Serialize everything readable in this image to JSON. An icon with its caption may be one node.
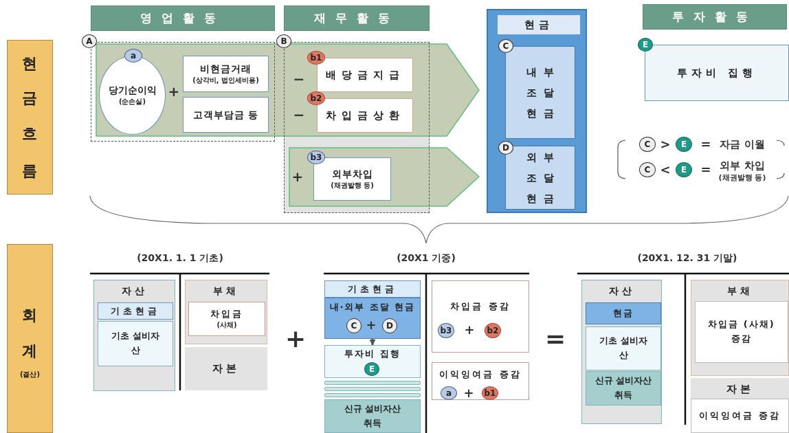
{
  "diagram": {
    "nodes": [
      {
        "text": [
          "영업활동"
        ]
      },
      {
        "text": [
          "재무활동"
        ]
      },
      {
        "text": [],
        "shape": "box"
      },
      {
        "text": [
          "현금"
        ],
        "in": 2
      },
      {
        "text": [
          "투자활동"
        ]
      },
      {
        "text": [
          "현금흐름"
        ]
      },
      {
        "text": [
          "A"
        ]
      },
      {
        "text": [],
        "shape": "box"
      },
      {
        "text": [
          "B"
        ]
      },
      {
        "text": [],
        "shape": "box"
      },
      {
        "text": [
          "C"
        ],
        "in": 2
      },
      {
        "text": [
          "E"
        ]
      },
      {
        "text": [
          "a"
        ],
        "in": 7
      },
      {
        "text": [
          "당기순이익",
          "(순손실)"
        ],
        "in": 7
      },
      {
        "text": [
          "비현금거래",
          "(상각비, 법인세비용)"
        ],
        "in": 7
      },
      {
        "text": [
          "고객부담금 등"
        ],
        "in": 7
      },
      {
        "text": [
          "b1"
        ],
        "in": 9
      },
      {
        "text": [
          "배당금지급"
        ],
        "in": 9
      },
      {
        "text": [
          "b2"
        ],
        "in": 9
      },
      {
        "text": [
          "차입금상환"
        ],
        "in": 9
      },
      {
        "text": [
          "내부 조달 현금"
        ],
        "in": 2
      },
      {
        "text": [
          "투자비 집행"
        ]
      },
      {
        "text": [
          "D"
        ],
        "in": 2
      },
      {
        "text": [
          "외부 조달 현금"
        ],
        "in": 2
      },
      {
        "text": [
          "C"
        ]
      },
      {
        "text": [
          "E"
        ]
      },
      {
        "text": [
          "b3"
        ],
        "in": 9
      },
      {
        "text": [
          "외부차입",
          "(채권발행 등)"
        ],
        "in": 9
      },
      {
        "text": [
          "C"
        ]
      },
      {
        "text": [
          "E"
        ]
      },
      {
        "text": [
          "회계",
          "(결산)"
        ]
      },
      {
        "text": [
          "자산"
        ]
      },
      {
        "text": [
          "기초현금"
        ],
        "in": 31
      },
      {
        "text": [
          "기초 설비자산"
        ],
        "in": 31
      },
      {
        "text": [
          "부채"
        ]
      },
      {
        "text": [
          "차입금",
          "(사채)"
        ],
        "in": 34
      },
      {
        "text": [
          "자본"
        ]
      },
      {
        "text": [
          "기초현금"
        ]
      },
      {
        "text": [
          "내·외부 조달 현금"
        ]
      },
      {
        "text": [
          "C"
        ],
        "in": 38
      },
      {
        "text": [
          "D"
        ],
        "in": 38
      },
      {
        "text": [
          "투자비 집행"
        ]
      },
      {
        "text": [
          "E"
        ],
        "in": 41
      },
      {
        "text": [],
        "shape": "bar"
      },
      {
        "text": [],
        "shape": "bar"
      },
      {
        "text": [],
        "shape": "bar"
      },
      {
        "text": [
          "신규 설비자산 취득"
        ]
      },
      {
        "text": [
          "차입금 증감"
        ]
      },
      {
        "text": [
          "b3"
        ],
        "in": 47
      },
      {
        "text": [
          "b2"
        ],
        "in": 47
      },
      {
        "text": [
          "이익잉여금 증감"
        ]
      },
      {
        "text": [
          "a"
        ],
        "in": 50
      },
      {
        "text": [
          "b1"
        ],
        "in": 50
      },
      {
        "text": [
          "자산"
        ]
      },
      {
        "text": [
          "현금"
        ],
        "in": 53
      },
      {
        "text": [
          "기초 설비자산"
        ],
        "in": 53
      },
      {
        "text": [
          "신규 설비자산 취득"
        ],
        "in": 53
      },
      {
        "text": [
          "부채"
        ]
      },
      {
        "text": [
          "차입금 (사채) 증감"
        ],
        "in": 57
      },
      {
        "text": [
          "자본"
        ]
      },
      {
        "text": [
          "이익잉여금 증감"
        ],
        "in": 59
      }
    ],
    "edges": [
      {
        "from": 38,
        "to": 41,
        "arrow": "to"
      }
    ],
    "labels": [
      "+",
      "−",
      "−",
      "+",
      ">",
      "=",
      "자금 이월",
      "<",
      "=",
      "외부 차입",
      "(채권발행 등)",
      "(20X1. 1. 1 기초)",
      "(20X1 기중)",
      "(20X1. 12. 31 기말)",
      "+",
      "+",
      "+",
      "=",
      "+"
    ]
  }
}
